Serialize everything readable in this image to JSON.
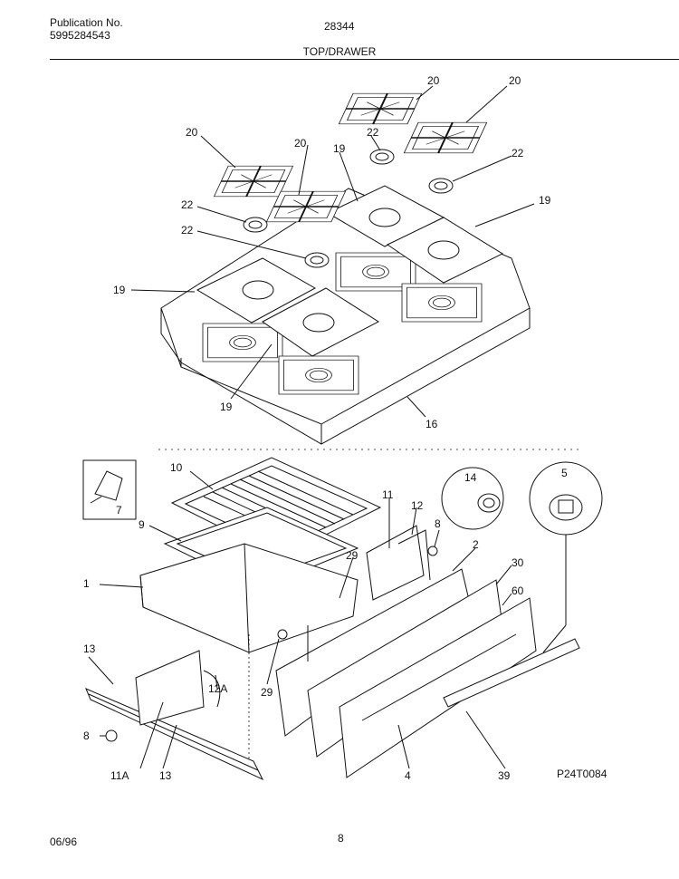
{
  "header": {
    "publication_label": "Publication No.",
    "publication_number": "5995284543",
    "model": "28344",
    "section_title": "TOP/DRAWER"
  },
  "footer": {
    "date": "06/96",
    "page_number": "8"
  },
  "diagram_code": "P24T0084",
  "callouts": {
    "c20a": "20",
    "c20b": "20",
    "c20c": "20",
    "c20d": "20",
    "c22a": "22",
    "c22b": "22",
    "c22c": "22",
    "c22d": "22",
    "c19a": "19",
    "c19b": "19",
    "c19c": "19",
    "c19d": "19",
    "c16": "16",
    "c10": "10",
    "c7": "7",
    "c9": "9",
    "c1": "1",
    "c11": "11",
    "c12": "12",
    "c8a": "8",
    "c2": "2",
    "c14": "14",
    "c5": "5",
    "c29a": "29",
    "c29b": "29",
    "c30": "30",
    "c60": "60",
    "c13a": "13",
    "c13b": "13",
    "c12A": "12A",
    "c8b": "8",
    "c11A": "11A",
    "c4": "4",
    "c39": "39"
  }
}
